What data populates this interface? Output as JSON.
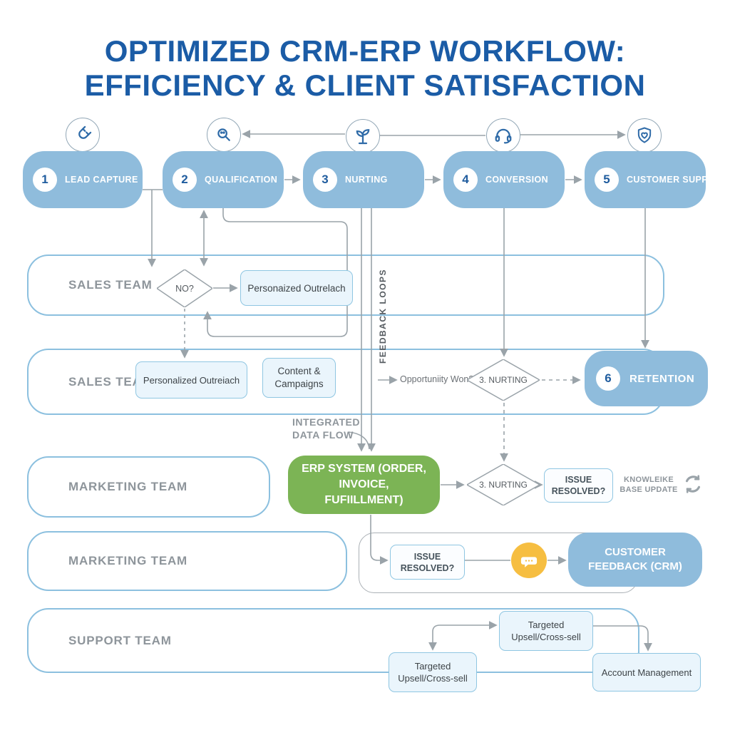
{
  "title": {
    "line1": "OPTIMIZED CRM-ERP WORKFLOW:",
    "line2": "EFFICIENCY & CLIENT SATISFACTION"
  },
  "stages": [
    {
      "num": "1",
      "label": "LEAD CAPTURE",
      "icon": "magnet-icon"
    },
    {
      "num": "2",
      "label": "QUALIFICATION",
      "icon": "magnifier-icon"
    },
    {
      "num": "3",
      "label": "NURTING",
      "icon": "seedling-icon"
    },
    {
      "num": "4",
      "label": "CONVERSION",
      "icon": "headset-icon"
    },
    {
      "num": "5",
      "label": "CUSTOMER SUPPORT",
      "icon": "shield-heart-icon"
    }
  ],
  "lanes": [
    {
      "label": "SALES TEAM"
    },
    {
      "label": "SALES TEAM"
    },
    {
      "label": "MARKETING TEAM"
    },
    {
      "label": "MARKETING TEAM"
    },
    {
      "label": "SUPPORT TEAM"
    }
  ],
  "nodes": {
    "no_decision": "NO?",
    "personalized_outreach_1": "Personaized Outrelach",
    "personalized_outreach_2": "Personalized Outreiach",
    "content_campaigns": "Content & Campaigns",
    "opportunity_won": "Opportuniity Won?",
    "nurting_decision_1": "3. NURTING",
    "nurting_decision_2": "3. NURTING",
    "retention": {
      "num": "6",
      "label": "RETENTION"
    },
    "integrated_data_flow": "INTEGRATED DATA FLOW",
    "feedback_loops": "FEEDBACK LOOPS",
    "erp_system": "ERP SYSTEM (ORDER, INVOICE, FUFIILLMENT)",
    "issue_resolved_support": "ISSUE RESOLVED?",
    "knowledge_base_update": "KNOWLEIKE BASE UPDATE",
    "issue_resolved_marketing": "ISSUE RESOLVED?",
    "customer_feedback": "CUSTOMER FEEDBACK (CRM)",
    "targeted_upsell_top": "Targeted Upsell/Cross-sell",
    "targeted_upsell_bottom": "Targeted Upsell/Cross-sell",
    "account_management": "Account Management"
  },
  "icons": [
    "magnet-icon",
    "magnifier-icon",
    "seedling-icon",
    "headset-icon",
    "shield-heart-icon",
    "refresh-icon",
    "chat-bubble-icon"
  ],
  "colors": {
    "title_blue": "#1B5CA6",
    "stage_fill": "#8FBCDC",
    "lane_border": "#8CC0DF",
    "lite_fill": "#EAF5FC",
    "erp_green": "#7CB455",
    "chat_yellow": "#F6BE41",
    "connector_gray": "#9AA3A9"
  }
}
